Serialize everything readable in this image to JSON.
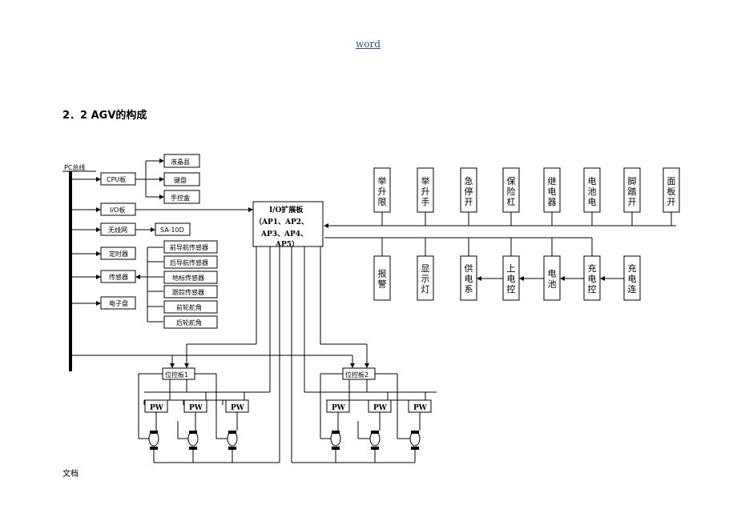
{
  "header": {
    "link_text": "word"
  },
  "section": {
    "title": "2．2 AGV的构成"
  },
  "footer": {
    "text": "文档"
  },
  "diagram": {
    "pc_bus": "PC总线",
    "cpu": "CPU板",
    "cpu_peripherals": [
      "液晶县",
      "键盘",
      "手控盒"
    ],
    "io_board": "I/O板",
    "wireless": "无线网",
    "wireless_device": "SA-10D",
    "timer": "定时器",
    "sensor": "传感器",
    "sensors": [
      "前导航传感器",
      "后导航传感器",
      "地标传感器",
      "跟踪传感器",
      "前轮舵角",
      "后轮舵角"
    ],
    "ecu": "电子盘",
    "io_ext_line1": "I/O扩展板",
    "io_ext_line2": "（AP1、AP2、",
    "io_ext_line3": "AP3、AP4、",
    "io_ext_line4": "AP5）",
    "top_inputs": [
      "举升限",
      "举升手",
      "急停开",
      "保险杠",
      "继电器",
      "电池电",
      "脚踏开",
      "面板开"
    ],
    "bottom_outputs": [
      "报警",
      "显示灯",
      "供电系",
      "上电控",
      "电池",
      "充电控",
      "充电连"
    ],
    "pos_ctrl_1": "位控板1",
    "pos_ctrl_2": "位控板2",
    "pw": "PW"
  }
}
